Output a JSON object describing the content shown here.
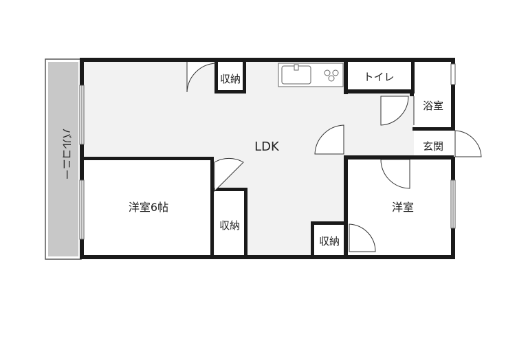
{
  "rooms": {
    "balcony": "バルコニー",
    "ldk": "LDK",
    "western_6jo": "洋室6帖",
    "western": "洋室",
    "toilet": "トイレ",
    "bath": "浴室",
    "entrance": "玄関",
    "closet_top": "収納",
    "closet_mid": "収納",
    "closet_bottom": "収納"
  },
  "colors": {
    "wall": "#1a1a1a",
    "floor": "#f2f2f2",
    "balcony": "#c8c8c8",
    "background": "#ffffff"
  }
}
